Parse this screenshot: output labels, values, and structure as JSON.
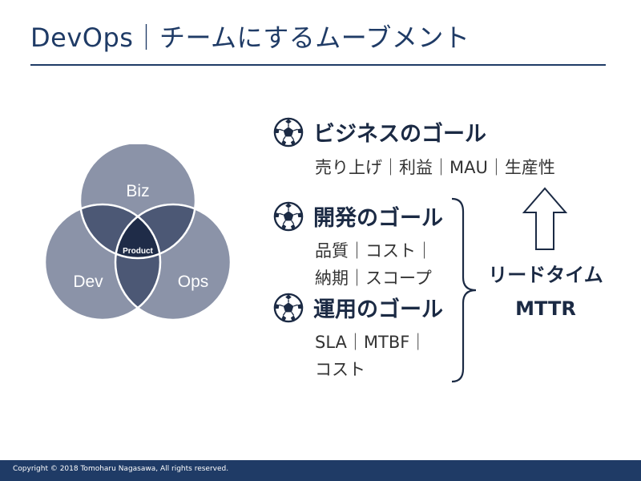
{
  "slide": {
    "title": "DevOps｜チームにするムーブメント",
    "venn": {
      "top": "Biz",
      "left": "Dev",
      "right": "Ops",
      "center": "Product"
    },
    "goals": [
      {
        "title": "ビジネスのゴール",
        "metrics": [
          "売り上げ｜利益｜MAU｜生産性"
        ]
      },
      {
        "title": "開発のゴール",
        "metrics": [
          "品質｜コスト｜",
          "納期｜スコープ"
        ]
      },
      {
        "title": "運用のゴール",
        "metrics": [
          "SLA｜MTBF｜",
          "コスト"
        ]
      }
    ],
    "lead_time": {
      "line1": "リードタイム",
      "line2": "MTTR"
    },
    "copyright": "Copyright © 2018 Tomoharu Nagasawa, All rights reserved.",
    "colors": {
      "navy": "#1f3b66",
      "circle": "#8b93a8",
      "overlap": "#4c5875",
      "center": "#1f2c48"
    }
  }
}
